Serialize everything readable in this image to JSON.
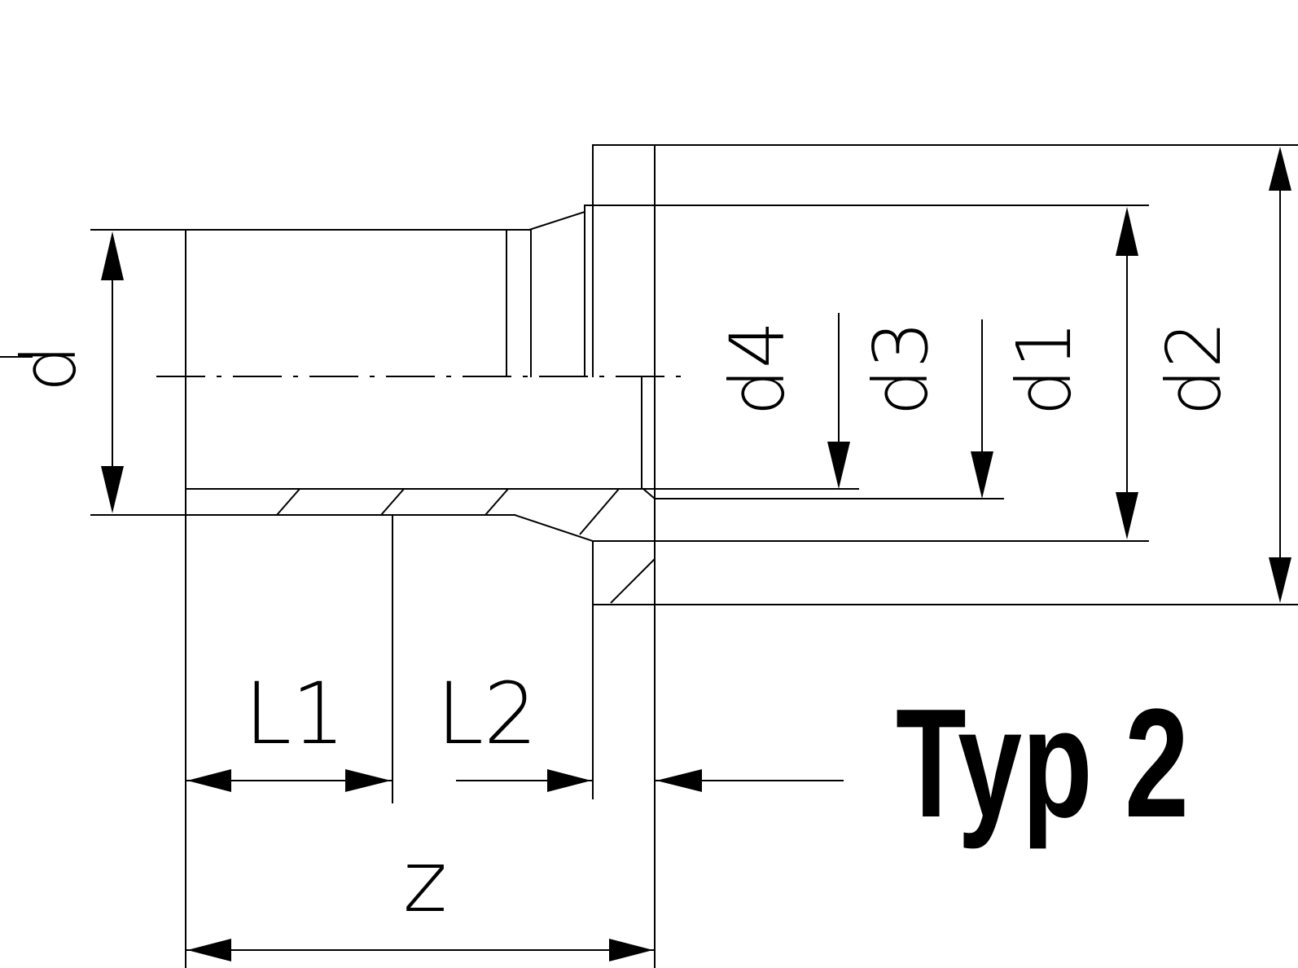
{
  "diagram": {
    "labels": {
      "d": "d",
      "d1": "d1",
      "d2": "d2",
      "d3": "d3",
      "d4": "d4",
      "L1": "L1",
      "L2": "L2",
      "z": "z"
    },
    "type_label": "Typ 2"
  }
}
